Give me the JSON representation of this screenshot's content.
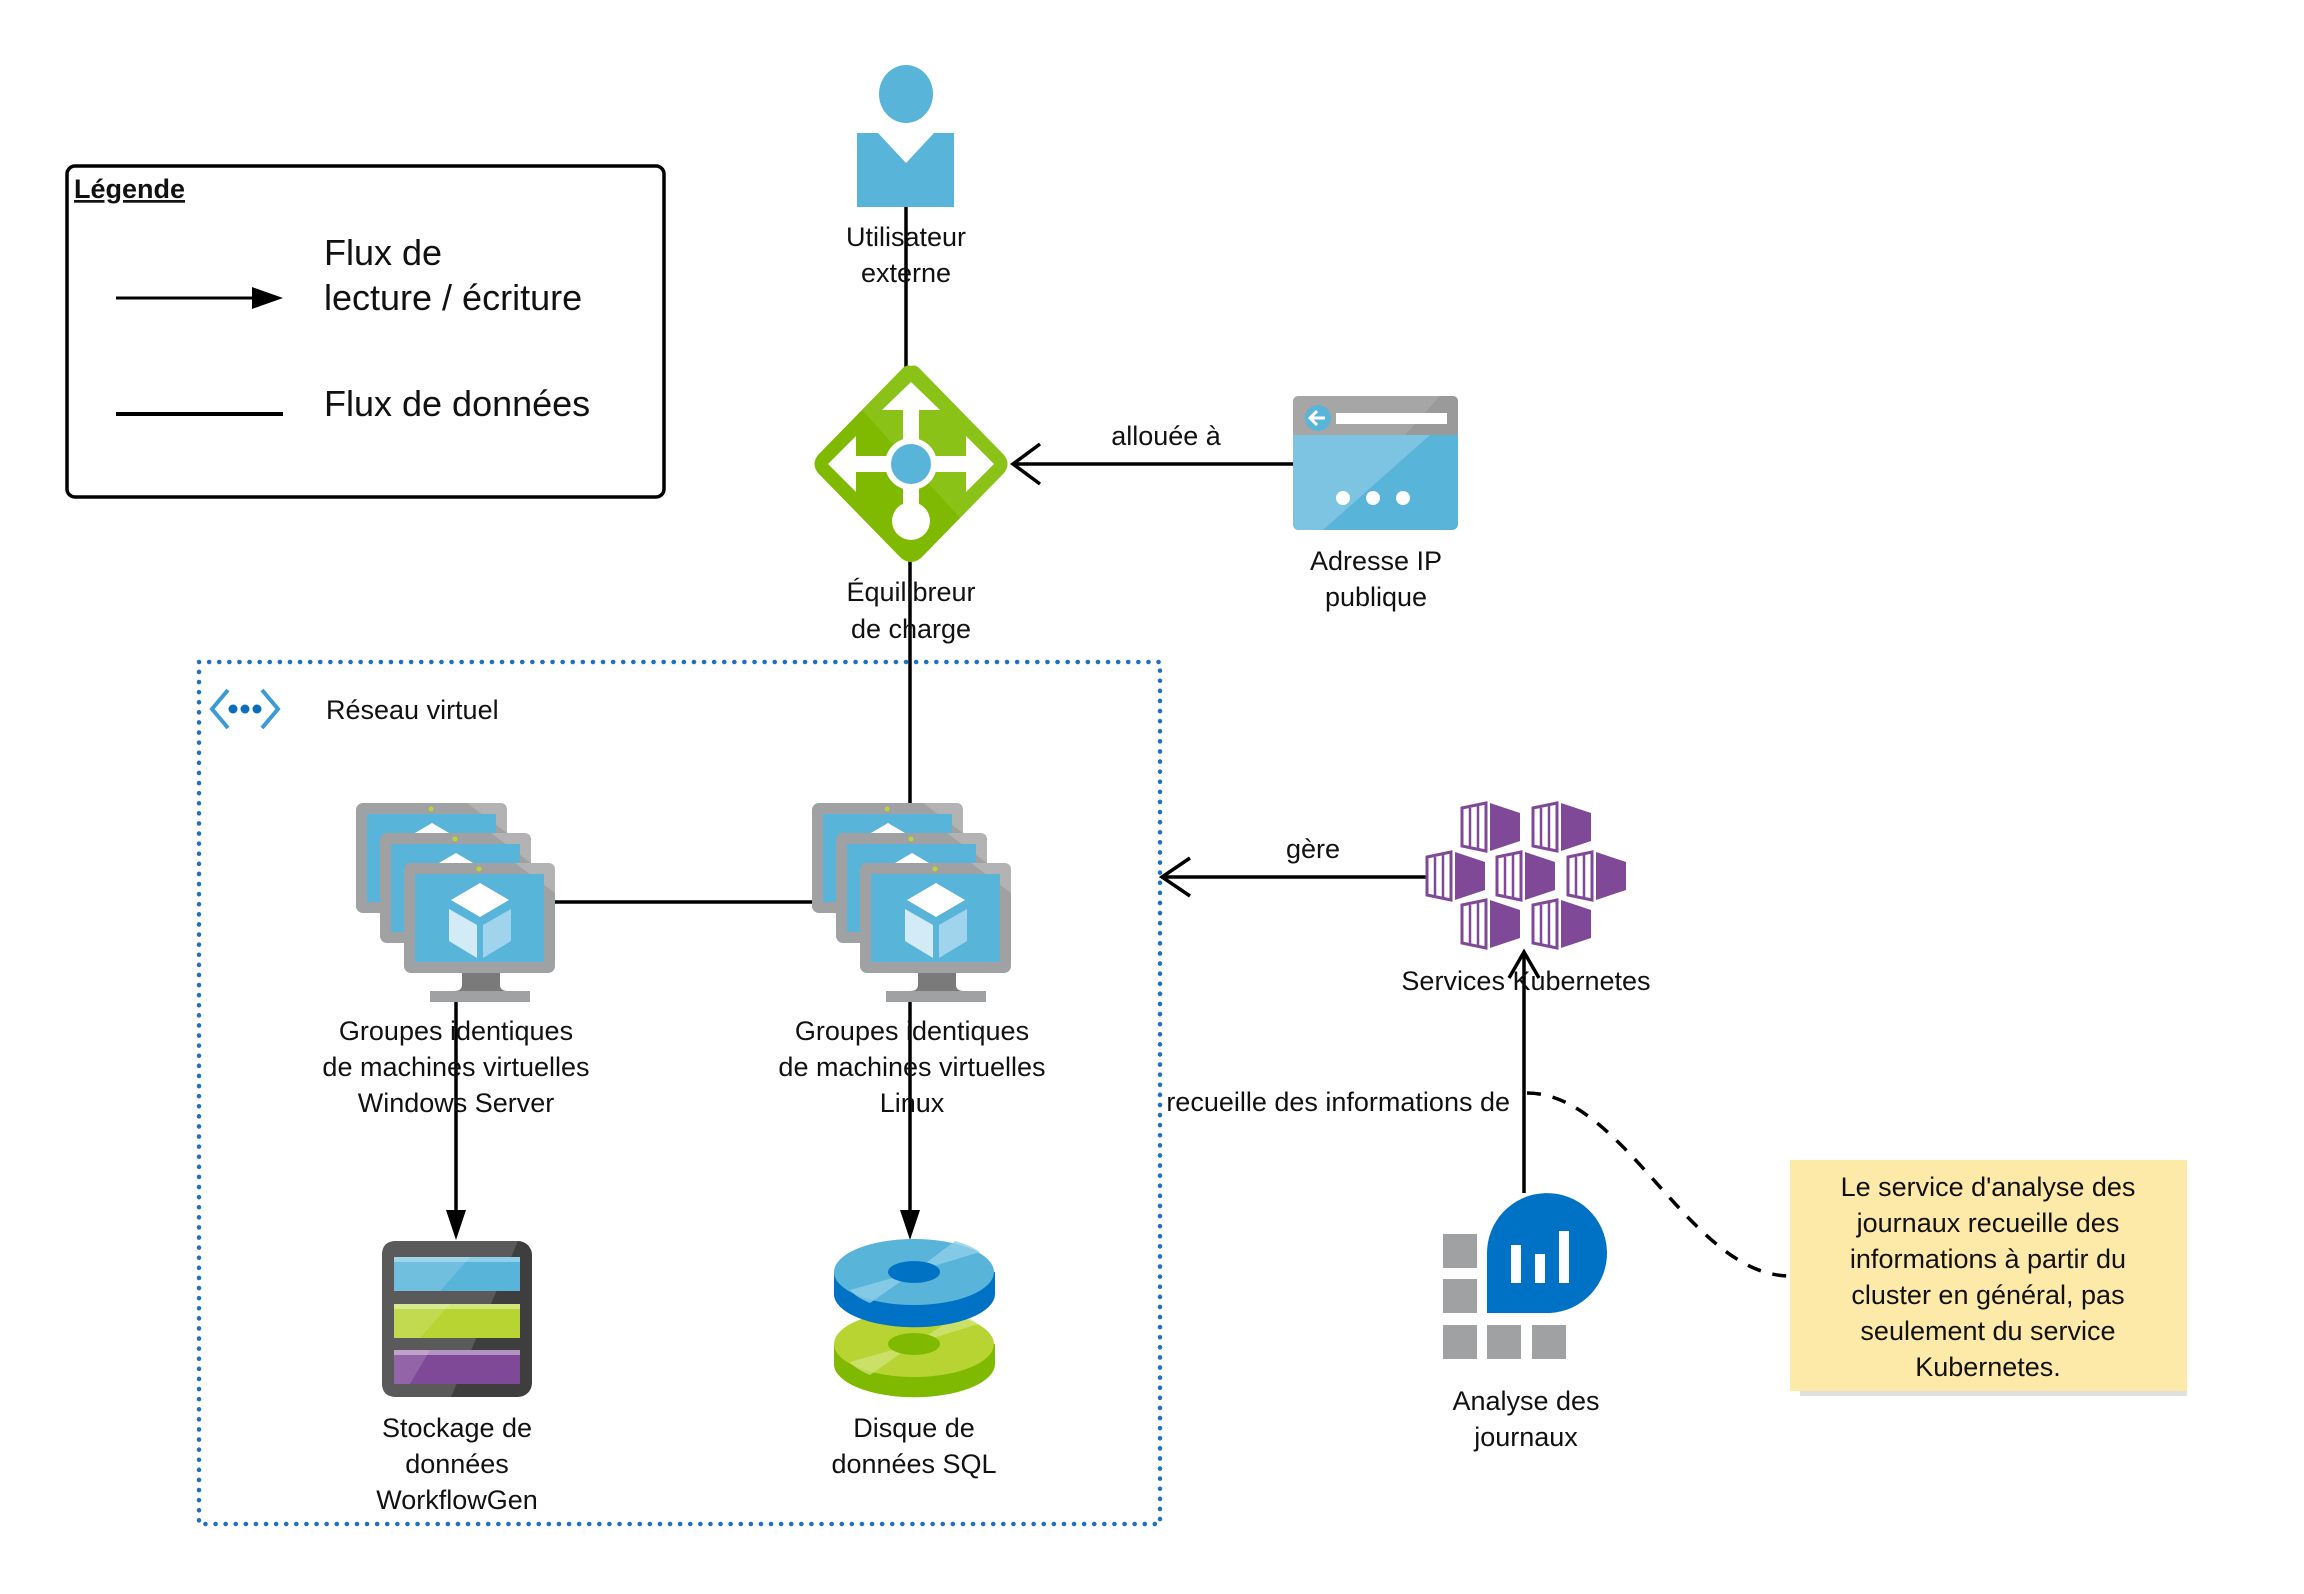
{
  "legend": {
    "title": "Légende",
    "items": [
      {
        "kind": "arrow",
        "lines": [
          "Flux de",
          "lecture / écriture"
        ]
      },
      {
        "kind": "line",
        "lines": [
          "Flux de données"
        ]
      }
    ]
  },
  "nodes": {
    "user": {
      "icon": "user-icon",
      "lines": [
        "Utilisateur",
        "externe"
      ]
    },
    "load_balancer": {
      "icon": "load-balancer-icon",
      "lines": [
        "Équilibreur",
        "de charge"
      ]
    },
    "public_ip": {
      "icon": "public-ip-icon",
      "lines": [
        "Adresse IP",
        "publique"
      ]
    },
    "vnet": {
      "icon": "virtual-network-icon",
      "label": "Réseau virtuel"
    },
    "vmss_windows": {
      "icon": "vm-scale-set-icon",
      "lines": [
        "Groupes identiques",
        "de machines virtuelles",
        "Windows Server"
      ]
    },
    "vmss_linux": {
      "icon": "vm-scale-set-icon",
      "lines": [
        "Groupes identiques",
        "de machines virtuelles",
        "Linux"
      ]
    },
    "storage": {
      "icon": "storage-icon",
      "lines": [
        "Stockage de",
        "données",
        "WorkflowGen"
      ]
    },
    "sql_disk": {
      "icon": "managed-disk-icon",
      "lines": [
        "Disque de",
        "données SQL"
      ]
    },
    "kubernetes": {
      "icon": "kubernetes-service-icon",
      "lines": [
        "Services Kubernetes"
      ]
    },
    "log_analytics": {
      "icon": "log-analytics-icon",
      "lines": [
        "Analyse des",
        "journaux"
      ]
    }
  },
  "edges": {
    "allocated_to": "allouée à",
    "manages": "gère",
    "collects_from": "recueille des informations de"
  },
  "note": {
    "lines": [
      "Le service d'analyse des",
      "journaux recueille des",
      "informations à partir du",
      "cluster en général, pas",
      "seulement du service",
      "Kubernetes."
    ]
  },
  "colors": {
    "azure_blue": "#59b4d9",
    "lb_green": "#7fba00",
    "vnet_border": "#1f6fc5",
    "k8s_purple": "#804998",
    "log_blue": "#0072c6",
    "note_fill": "#fde9a8"
  }
}
